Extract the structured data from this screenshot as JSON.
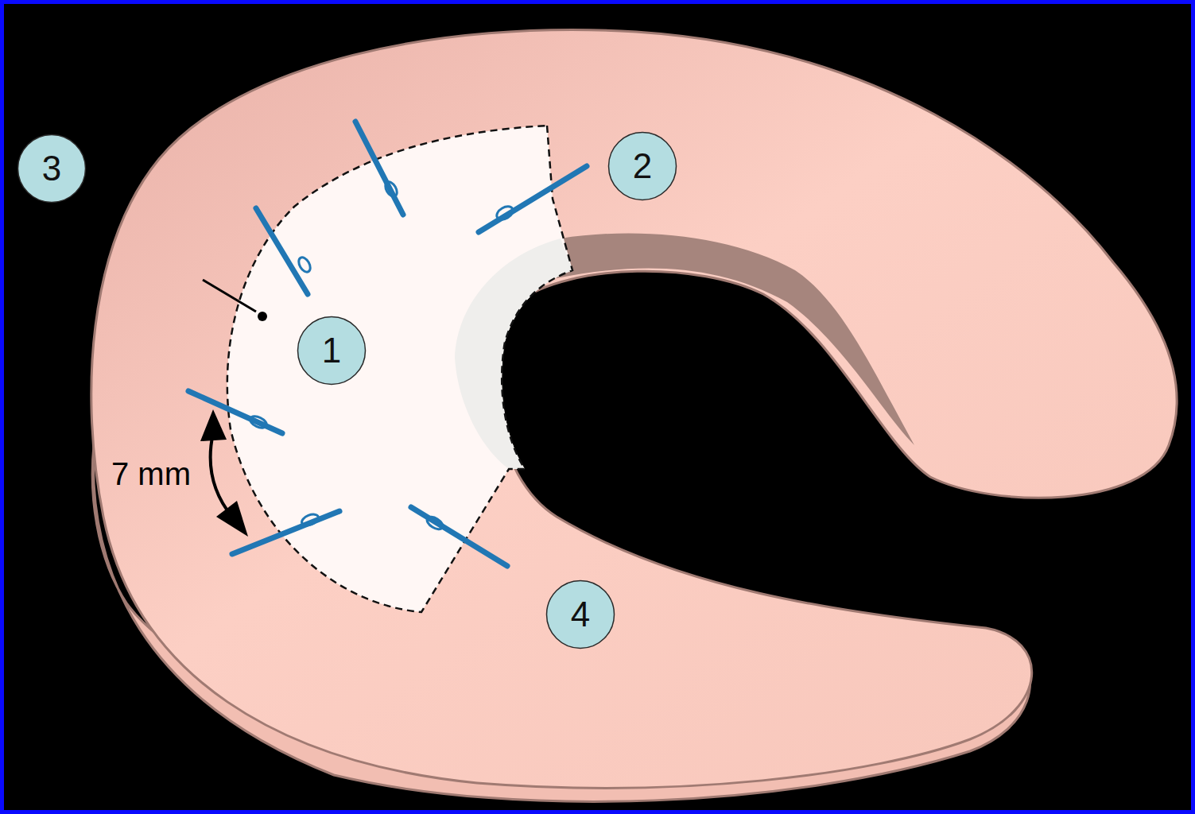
{
  "diagram": {
    "nodes": [
      {
        "text": [
          "3"
        ]
      },
      {
        "text": [
          "2"
        ]
      },
      {
        "text": [
          "1"
        ]
      },
      {
        "text": [
          "4"
        ]
      }
    ],
    "labels": [
      "7 mm"
    ]
  }
}
